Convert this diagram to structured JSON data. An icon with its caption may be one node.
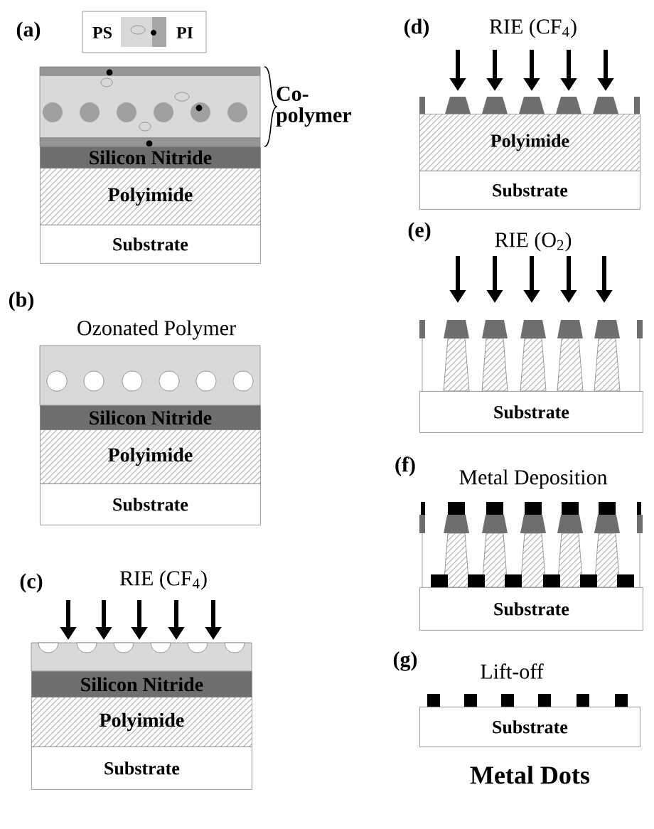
{
  "diagram": {
    "nodes": [
      {
        "text": [
          "Silicon Nitride"
        ]
      },
      {
        "text": [
          "Polyimide"
        ]
      },
      {
        "text": [
          "Substrate"
        ]
      },
      {
        "text": [
          "Silicon Nitride"
        ]
      },
      {
        "text": [
          "Polyimide"
        ]
      },
      {
        "text": [
          "Substrate"
        ]
      },
      {
        "text": [
          "Silicon Nitride"
        ]
      },
      {
        "text": [
          "Polyimide"
        ]
      },
      {
        "text": [
          "Substrate"
        ]
      },
      {
        "text": [
          "Polyimide"
        ]
      },
      {
        "text": [
          "Substrate"
        ]
      },
      {
        "text": [
          "Substrate"
        ]
      },
      {
        "text": [
          "Substrate"
        ]
      },
      {
        "text": [
          "Substrate"
        ],
        "beside": [
          "Metal Dots"
        ]
      }
    ],
    "labels": [
      "(a)",
      "Co-polymer",
      "(b)",
      "Ozonated Polymer",
      "(c)",
      "RIE (CF$_{4}$)",
      "(d)",
      "RIE (CF$_{4}$)",
      "(e)",
      "RIE (O$_{2}$)",
      "(f)",
      "Metal Deposition",
      "(g)",
      "Lift-off"
    ],
    "legend": [
      {
        "text": "PS",
        "color": "#d9d9d9"
      },
      {
        "text": "PI",
        "color": "#a6a6a6"
      }
    ]
  }
}
